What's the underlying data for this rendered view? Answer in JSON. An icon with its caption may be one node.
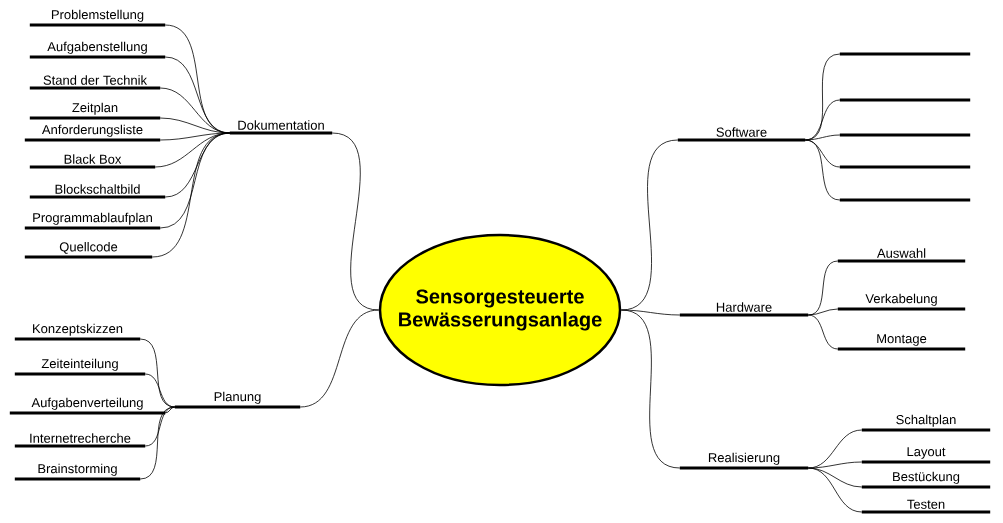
{
  "diagram": {
    "nodes": [
      {
        "text": [
          "Sensorgesteuerte Bewässerungsanlage"
        ]
      },
      {
        "text": [
          "Dokumentation"
        ]
      },
      {
        "text": [
          "Problemstellung"
        ]
      },
      {
        "text": [
          "Aufgabenstellung"
        ]
      },
      {
        "text": [
          "Stand der Technik"
        ]
      },
      {
        "text": [
          "Zeitplan"
        ]
      },
      {
        "text": [
          "Anforderungsliste"
        ]
      },
      {
        "text": [
          "Black Box"
        ]
      },
      {
        "text": [
          "Blockschaltbild"
        ]
      },
      {
        "text": [
          "Programmablaufplan"
        ]
      },
      {
        "text": [
          "Quellcode"
        ]
      },
      {
        "text": [
          "Planung"
        ]
      },
      {
        "text": [
          "Konzeptskizzen"
        ]
      },
      {
        "text": [
          "Zeiteinteilung"
        ]
      },
      {
        "text": [
          "Aufgabenverteilung"
        ]
      },
      {
        "text": [
          "Internetrecherche"
        ]
      },
      {
        "text": [
          "Brainstorming"
        ]
      },
      {
        "text": [
          "Software"
        ]
      },
      {
        "text": [],
        "shape": "bar"
      },
      {
        "text": [],
        "shape": "bar"
      },
      {
        "text": [],
        "shape": "bar"
      },
      {
        "text": [],
        "shape": "bar"
      },
      {
        "text": [],
        "shape": "bar"
      },
      {
        "text": [
          "Hardware"
        ]
      },
      {
        "text": [
          "Auswahl"
        ]
      },
      {
        "text": [
          "Verkabelung"
        ]
      },
      {
        "text": [
          "Montage"
        ]
      },
      {
        "text": [
          "Realisierung"
        ]
      },
      {
        "text": [
          "Schaltplan"
        ]
      },
      {
        "text": [
          "Layout"
        ]
      },
      {
        "text": [
          "Bestückung"
        ]
      },
      {
        "text": [
          "Testen"
        ]
      }
    ],
    "edges": [
      {
        "from": 0,
        "to": 1,
        "arrow": "none"
      },
      {
        "from": 1,
        "to": 2,
        "arrow": "none"
      },
      {
        "from": 1,
        "to": 3,
        "arrow": "none"
      },
      {
        "from": 1,
        "to": 4,
        "arrow": "none"
      },
      {
        "from": 1,
        "to": 5,
        "arrow": "none"
      },
      {
        "from": 1,
        "to": 6,
        "arrow": "none"
      },
      {
        "from": 1,
        "to": 7,
        "arrow": "none"
      },
      {
        "from": 1,
        "to": 8,
        "arrow": "none"
      },
      {
        "from": 1,
        "to": 9,
        "arrow": "none"
      },
      {
        "from": 1,
        "to": 10,
        "arrow": "none"
      },
      {
        "from": 0,
        "to": 11,
        "arrow": "none"
      },
      {
        "from": 11,
        "to": 12,
        "arrow": "none"
      },
      {
        "from": 11,
        "to": 13,
        "arrow": "none"
      },
      {
        "from": 11,
        "to": 14,
        "arrow": "none"
      },
      {
        "from": 11,
        "to": 15,
        "arrow": "none"
      },
      {
        "from": 11,
        "to": 16,
        "arrow": "none"
      },
      {
        "from": 0,
        "to": 17,
        "arrow": "none"
      },
      {
        "from": 17,
        "to": 18,
        "arrow": "none"
      },
      {
        "from": 17,
        "to": 19,
        "arrow": "none"
      },
      {
        "from": 17,
        "to": 20,
        "arrow": "none"
      },
      {
        "from": 17,
        "to": 21,
        "arrow": "none"
      },
      {
        "from": 17,
        "to": 22,
        "arrow": "none"
      },
      {
        "from": 0,
        "to": 23,
        "arrow": "none"
      },
      {
        "from": 23,
        "to": 24,
        "arrow": "none"
      },
      {
        "from": 23,
        "to": 25,
        "arrow": "none"
      },
      {
        "from": 23,
        "to": 26,
        "arrow": "none"
      },
      {
        "from": 0,
        "to": 27,
        "arrow": "none"
      },
      {
        "from": 27,
        "to": 28,
        "arrow": "none"
      },
      {
        "from": 27,
        "to": 29,
        "arrow": "none"
      },
      {
        "from": 27,
        "to": 30,
        "arrow": "none"
      },
      {
        "from": 27,
        "to": 31,
        "arrow": "none"
      }
    ]
  }
}
